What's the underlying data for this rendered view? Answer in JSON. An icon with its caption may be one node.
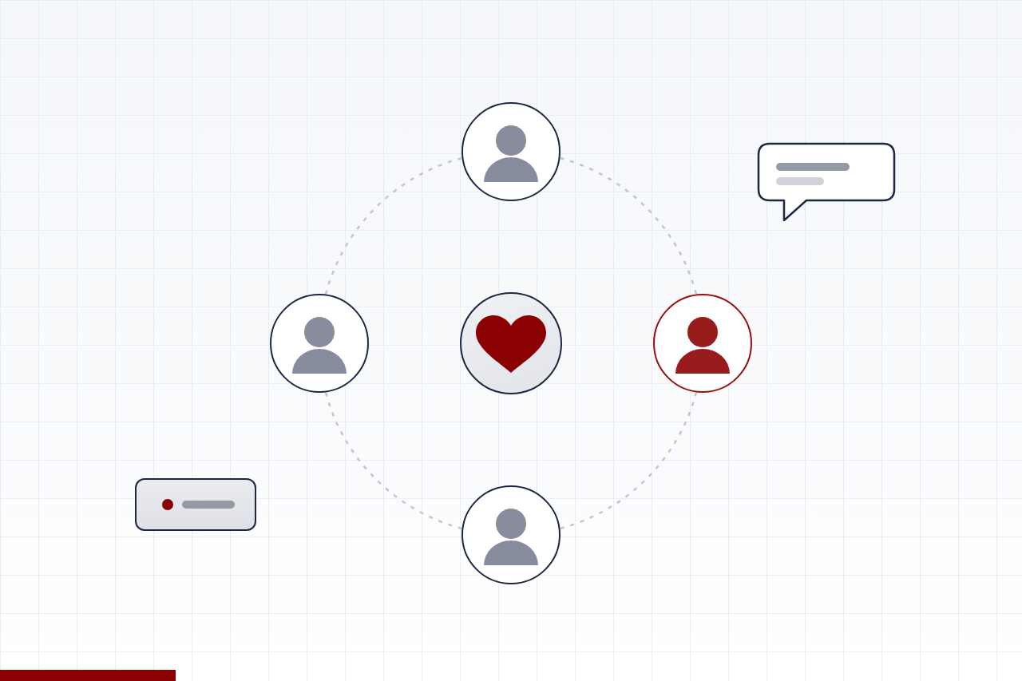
{
  "diagram": {
    "nodes": [
      {
        "text": [],
        "shape": "person"
      },
      {
        "text": [],
        "shape": "bubble"
      },
      {
        "text": [],
        "shape": "person"
      },
      {
        "text": [],
        "shape": "heart"
      },
      {
        "text": [],
        "shape": "person"
      },
      {
        "text": [],
        "shape": "box"
      },
      {
        "text": [],
        "shape": "person"
      }
    ],
    "edges": [
      {
        "from": 0,
        "to": 4,
        "arrow": "none",
        "style": "dashed"
      },
      {
        "from": 4,
        "to": 6,
        "arrow": "none",
        "style": "dashed"
      },
      {
        "from": 6,
        "to": 2,
        "arrow": "none",
        "style": "dashed"
      },
      {
        "from": 2,
        "to": 0,
        "arrow": "none",
        "style": "dashed"
      }
    ]
  }
}
